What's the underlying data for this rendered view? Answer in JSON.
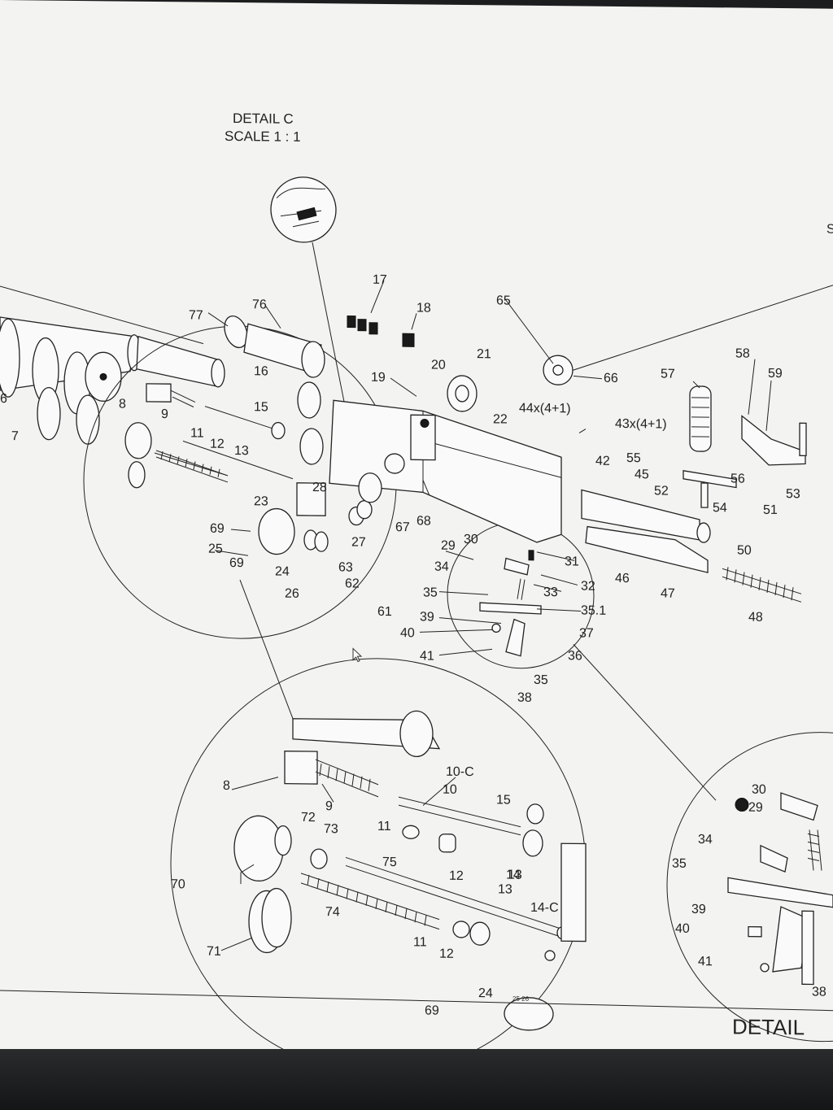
{
  "header": {
    "detail_title": "DETAIL C",
    "detail_scale": "SCALE 1 : 1",
    "bottom_detail": "DETAIL",
    "edge_char": "S"
  },
  "callouts": {
    "main": [
      "6",
      "7",
      "8",
      "9",
      "11",
      "12",
      "13",
      "15",
      "16",
      "17",
      "18",
      "19",
      "20",
      "21",
      "22",
      "44x(4+1)",
      "43x(4+1)",
      "23",
      "24",
      "25",
      "26",
      "27",
      "28",
      "29",
      "30",
      "31",
      "32",
      "33",
      "34",
      "35",
      "35.1",
      "36",
      "37",
      "38",
      "39",
      "40",
      "41",
      "42",
      "45",
      "46",
      "47",
      "48",
      "50",
      "51",
      "52",
      "53",
      "54",
      "55",
      "56",
      "57",
      "58",
      "59",
      "61",
      "62",
      "63",
      "65",
      "66",
      "67",
      "68",
      "69",
      "69",
      "76",
      "77",
      "35"
    ],
    "zoom_c": [
      "8",
      "9",
      "10-C",
      "10",
      "15",
      "11",
      "12",
      "13",
      "14",
      "13",
      "14-C",
      "11",
      "12",
      "72",
      "73",
      "70",
      "71",
      "74",
      "75",
      "24",
      "69",
      "25 26"
    ],
    "zoom_right": [
      "30",
      "29",
      "34",
      "35",
      "39",
      "40",
      "41",
      "38"
    ]
  },
  "colors": {
    "ink": "#222222",
    "paper": "#f3f3f1",
    "bezel": "#1c1d1f"
  }
}
